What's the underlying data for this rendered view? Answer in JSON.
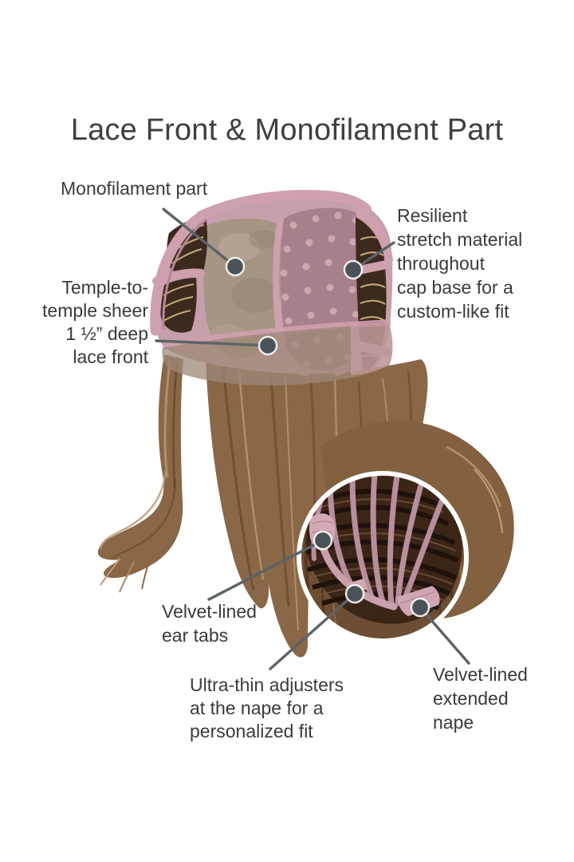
{
  "title": "Lace Front & Monofilament Part",
  "labels": {
    "monofilament": {
      "text": "Monofilament part"
    },
    "resilient": {
      "lines": [
        "Resilient",
        "stretch material",
        "throughout",
        "cap base for a",
        "custom-like fit"
      ]
    },
    "temple": {
      "lines": [
        "Temple-to-",
        "temple sheer",
        "1 ½” deep",
        "lace front"
      ]
    },
    "ear_tabs": {
      "lines": [
        "Velvet-lined",
        "ear tabs"
      ]
    },
    "adjusters": {
      "lines": [
        "Ultra-thin adjusters",
        "at the nape for a",
        "personalized fit"
      ]
    },
    "nape": {
      "lines": [
        "Velvet-lined",
        "extended",
        "nape"
      ]
    }
  },
  "palette": {
    "text": "#3c3c3c",
    "line": "#5c6367",
    "dot": "#4a5357",
    "cap_pink": "#cfa0ae",
    "cap_pink_deep": "#b4879a",
    "panel": "#a8808b",
    "panel_dot": "#cfb0b7",
    "mono_tan": "#a79584",
    "weft_dark": "#3c2a1e",
    "weft_hl": "#c9a87d",
    "hair_mid": "#8a6747",
    "hair_dark": "#5f4228",
    "hair_light": "#b99a73",
    "lace_tan": "#9e8878",
    "bg": "#ffffff"
  }
}
